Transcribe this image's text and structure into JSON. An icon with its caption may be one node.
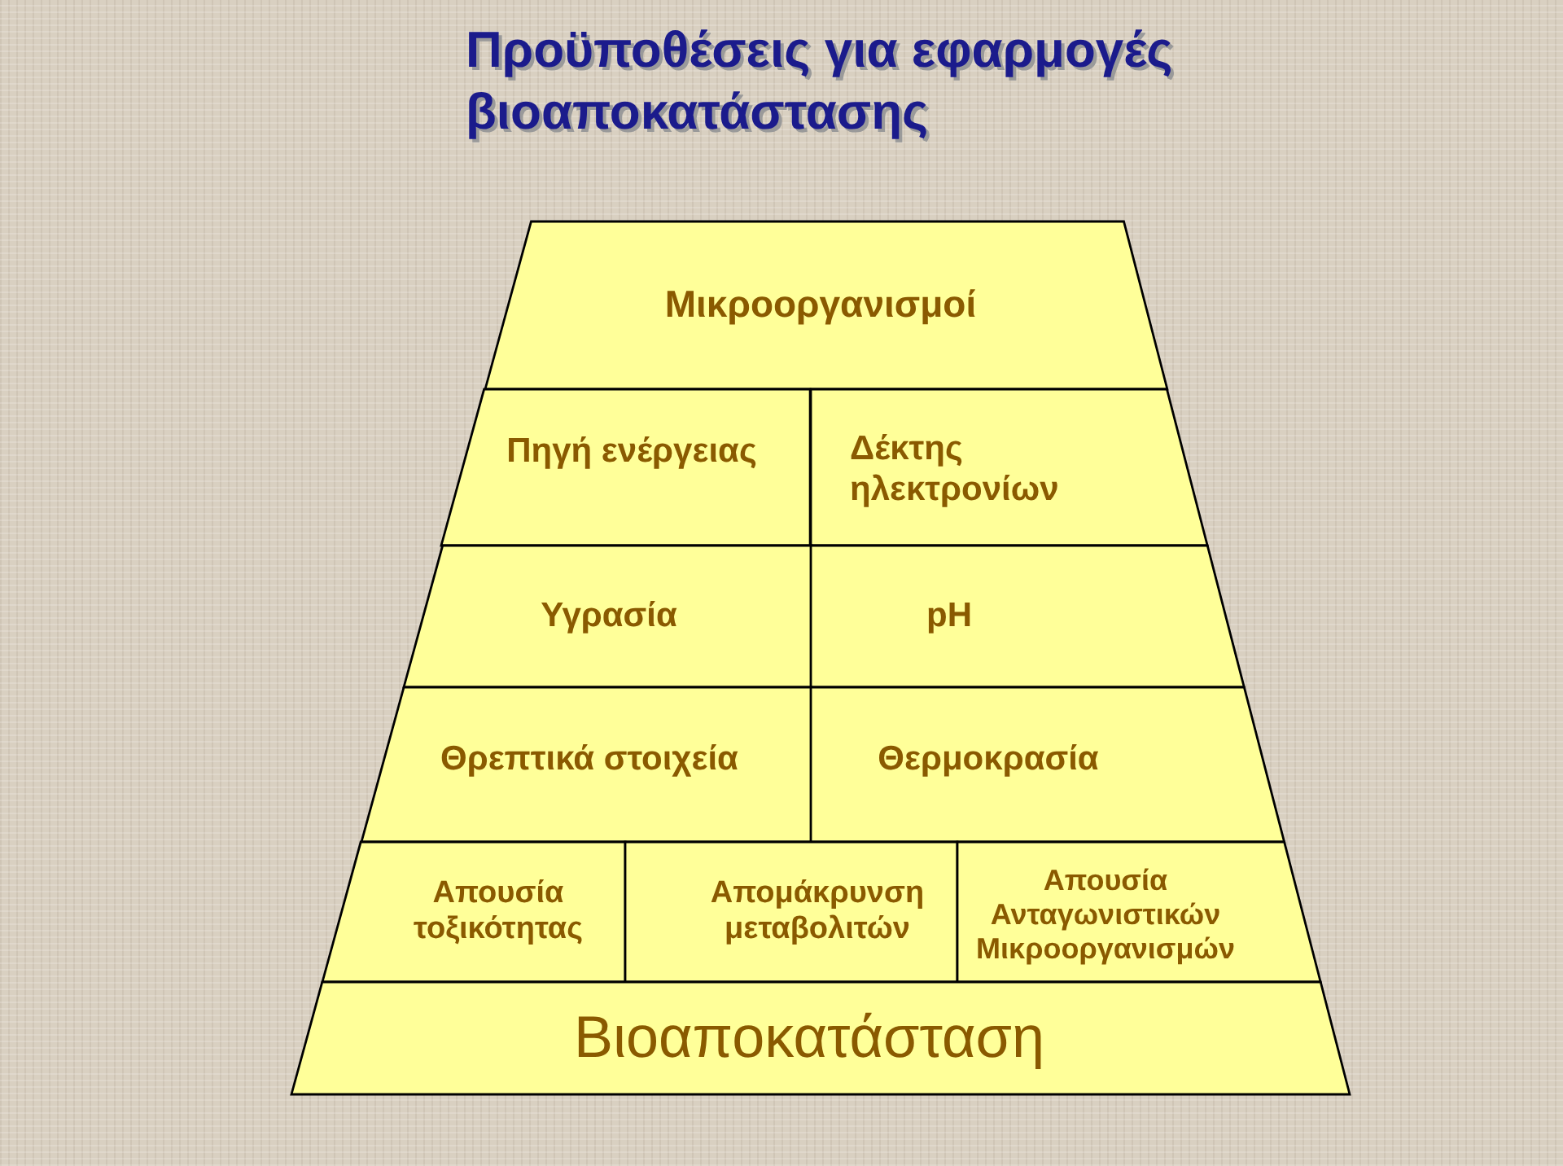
{
  "diagram": {
    "title": "Προϋποθέσεις για εφαρμογές βιοαποκατάστασης",
    "nodes": [
      {
        "text": [
          "Μικροοργανισμοί"
        ]
      },
      {
        "text": [
          "Πηγή ενέργειας"
        ]
      },
      {
        "text": [
          "Δέκτης ηλεκτρονίων"
        ]
      },
      {
        "text": [
          "Υγρασία"
        ]
      },
      {
        "text": [
          "pH"
        ]
      },
      {
        "text": [
          "Θρεπτικά στοιχεία"
        ]
      },
      {
        "text": [
          "Θερμοκρασία"
        ]
      },
      {
        "text": [
          "Απουσία τοξικότητας"
        ]
      },
      {
        "text": [
          "Απομάκρυνση μεταβολιτών"
        ]
      },
      {
        "text": [
          "Απουσία Ανταγωνιστικών Μικροοργανισμών"
        ]
      },
      {
        "text": [
          "Βιοαποκατάσταση"
        ]
      }
    ]
  }
}
